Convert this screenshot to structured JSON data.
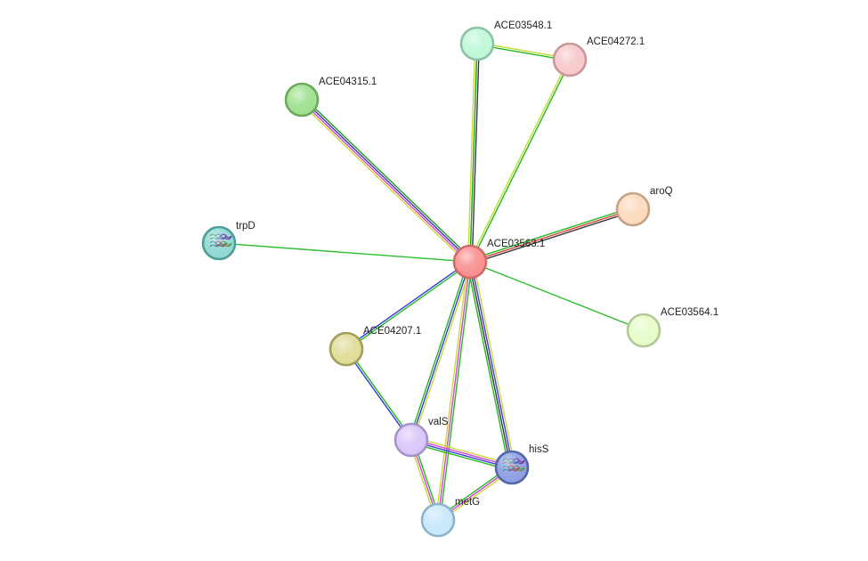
{
  "network": {
    "center": "ACE03563.1",
    "nodes": [
      {
        "id": "ACE03563.1",
        "label": "ACE03563.1",
        "fill": "#f98f8f",
        "stroke": "#d26969",
        "has_structure": false
      },
      {
        "id": "ACE03548.1",
        "label": "ACE03548.1",
        "fill": "#bff7d8",
        "stroke": "#8cc2a3",
        "has_structure": false
      },
      {
        "id": "ACE04272.1",
        "label": "ACE04272.1",
        "fill": "#f7c8cb",
        "stroke": "#c8989b",
        "has_structure": false
      },
      {
        "id": "ACE04315.1",
        "label": "ACE04315.1",
        "fill": "#9ee08f",
        "stroke": "#6aab5c",
        "has_structure": false
      },
      {
        "id": "aroQ",
        "label": "aroQ",
        "fill": "#fcd9bc",
        "stroke": "#c7a386",
        "has_structure": false
      },
      {
        "id": "trpD",
        "label": "trpD",
        "fill": "#8fd8d2",
        "stroke": "#4c9e99",
        "has_structure": true
      },
      {
        "id": "ACE03564.1",
        "label": "ACE03564.1",
        "fill": "#e6fcc8",
        "stroke": "#b2c995",
        "has_structure": false
      },
      {
        "id": "ACE04207.1",
        "label": "ACE04207.1",
        "fill": "#dfdc98",
        "stroke": "#a29e5b",
        "has_structure": false
      },
      {
        "id": "valS",
        "label": "valS",
        "fill": "#d8c6f9",
        "stroke": "#a693c7",
        "has_structure": false
      },
      {
        "id": "hisS",
        "label": "hisS",
        "fill": "#8b9ee0",
        "stroke": "#5466a8",
        "has_structure": true
      },
      {
        "id": "metG",
        "label": "metG",
        "fill": "#c7e8fc",
        "stroke": "#8fb3c9",
        "has_structure": false
      }
    ],
    "edges": [
      {
        "source": "ACE03563.1",
        "target": "ACE03548.1",
        "colors": [
          "#c8d936",
          "#1f9e1f",
          "#3a3a3a"
        ]
      },
      {
        "source": "ACE03563.1",
        "target": "ACE04272.1",
        "colors": [
          "#c8d936",
          "#1fba1f"
        ]
      },
      {
        "source": "ACE03548.1",
        "target": "ACE04272.1",
        "colors": [
          "#c8d936",
          "#1fba1f"
        ]
      },
      {
        "source": "ACE03563.1",
        "target": "ACE04315.1",
        "colors": [
          "#c8d936",
          "#d940d9",
          "#3a3aa8",
          "#1f9e1f"
        ]
      },
      {
        "source": "ACE03563.1",
        "target": "aroQ",
        "colors": [
          "#1fba1f",
          "#d93a3a",
          "#3a3a3a"
        ]
      },
      {
        "source": "ACE03563.1",
        "target": "trpD",
        "colors": [
          "#2ebd2e"
        ]
      },
      {
        "source": "ACE03563.1",
        "target": "ACE03564.1",
        "colors": [
          "#2ebd2e"
        ]
      },
      {
        "source": "ACE03563.1",
        "target": "ACE04207.1",
        "colors": [
          "#1fba1f",
          "#3a3ad9"
        ]
      },
      {
        "source": "ACE03563.1",
        "target": "valS",
        "colors": [
          "#c8d936",
          "#3a3ad9",
          "#1fba1f"
        ]
      },
      {
        "source": "ACE03563.1",
        "target": "hisS",
        "colors": [
          "#c8d936",
          "#3a3ad9",
          "#3a3a3a",
          "#1fba1f"
        ]
      },
      {
        "source": "ACE03563.1",
        "target": "metG",
        "colors": [
          "#1fba1f",
          "#d940d9",
          "#c8d936"
        ]
      },
      {
        "source": "ACE04207.1",
        "target": "valS",
        "colors": [
          "#1fba1f",
          "#3a3ad9"
        ]
      },
      {
        "source": "valS",
        "target": "hisS",
        "colors": [
          "#c8d936",
          "#d940d9",
          "#3a3ad9",
          "#1fba1f"
        ]
      },
      {
        "source": "valS",
        "target": "metG",
        "colors": [
          "#1fba1f",
          "#d940d9",
          "#c8d936"
        ]
      },
      {
        "source": "hisS",
        "target": "metG",
        "colors": [
          "#c8d936",
          "#d940d9",
          "#1fba1f"
        ]
      }
    ]
  }
}
